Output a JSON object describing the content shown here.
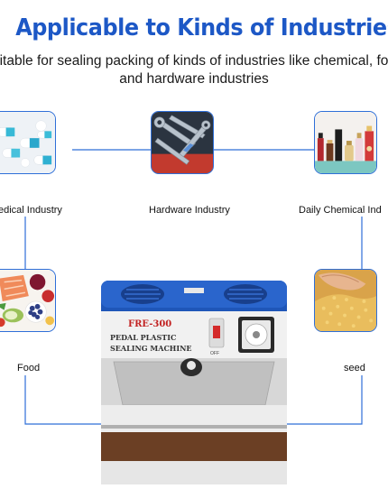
{
  "header": {
    "title": "Applicable to Kinds of Industries",
    "subtitle_line1": "itable for sealing packing of kinds of industries like chemical, fo",
    "subtitle_line2": "and hardware industries"
  },
  "industries": [
    {
      "label": "edical Industry",
      "icon": "medicine-pills-image"
    },
    {
      "label": "Hardware Industry",
      "icon": "wrench-tools-image"
    },
    {
      "label": "Daily Chemical Ind",
      "icon": "cosmetics-bottles-image"
    },
    {
      "label": "Food",
      "icon": "food-produce-image"
    },
    {
      "label": "seed",
      "icon": "seed-grains-image"
    }
  ],
  "machine": {
    "model": "FRE-300",
    "line1": "PEDAL PLASTIC",
    "line2": "SEALING MACHINE",
    "switch_label": "OFF"
  },
  "colors": {
    "title_blue": "#1d58c6",
    "line_blue": "#2f6fd8",
    "machine_blue": "#1f56b8"
  }
}
